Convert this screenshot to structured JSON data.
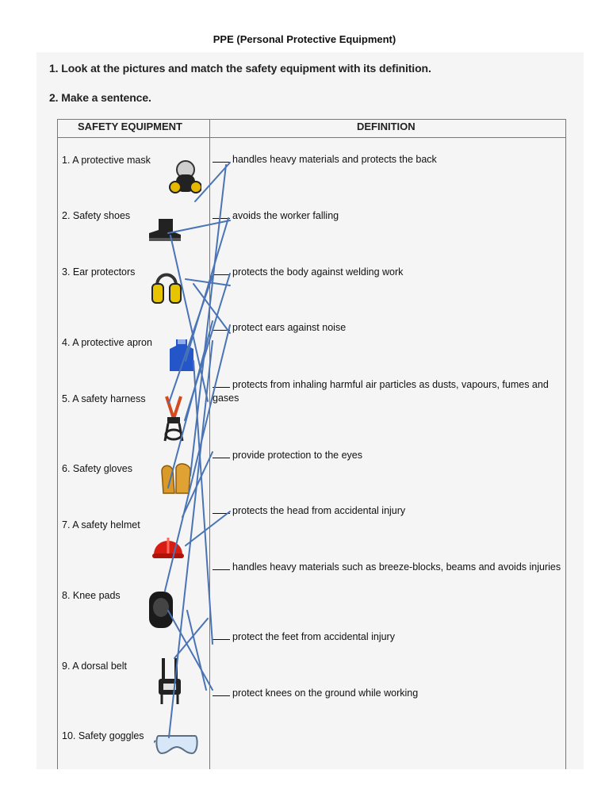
{
  "title": "PPE (Personal Protective Equipment)",
  "instructions": [
    "1. Look at the pictures and match the safety equipment with its definition.",
    "2. Make a sentence."
  ],
  "table": {
    "header_equipment": "SAFETY EQUIPMENT",
    "header_definition": "DEFINITION",
    "equipment": [
      {
        "label": "1. A protective mask",
        "icon": "mask-icon"
      },
      {
        "label": "2. Safety shoes",
        "icon": "shoe-icon"
      },
      {
        "label": "3. Ear protectors",
        "icon": "ear-protector-icon"
      },
      {
        "label": "4. A protective apron",
        "icon": "apron-icon"
      },
      {
        "label": "5. A safety harness",
        "icon": "harness-icon"
      },
      {
        "label": "6. Safety gloves",
        "icon": "gloves-icon"
      },
      {
        "label": "7. A safety helmet",
        "icon": "helmet-icon"
      },
      {
        "label": "8. Knee pads",
        "icon": "knee-pads-icon"
      },
      {
        "label": "9. A dorsal belt",
        "icon": "dorsal-belt-icon"
      },
      {
        "label": "10. Safety goggles",
        "icon": "goggles-icon"
      }
    ],
    "definitions": [
      "handles heavy materials and protects the back",
      "avoids the worker falling",
      "protects the body against welding work",
      "protect ears against noise",
      "protects from inhaling harmful air particles as dusts, vapours, fumes and gases",
      "provide protection to the eyes",
      "protects the head from accidental injury",
      "handles heavy materials such as breeze-blocks, beams and avoids injuries",
      "protect the feet from accidental injury",
      "protect knees on the ground while working"
    ]
  },
  "colors": {
    "match_line": "#4a74b5"
  }
}
